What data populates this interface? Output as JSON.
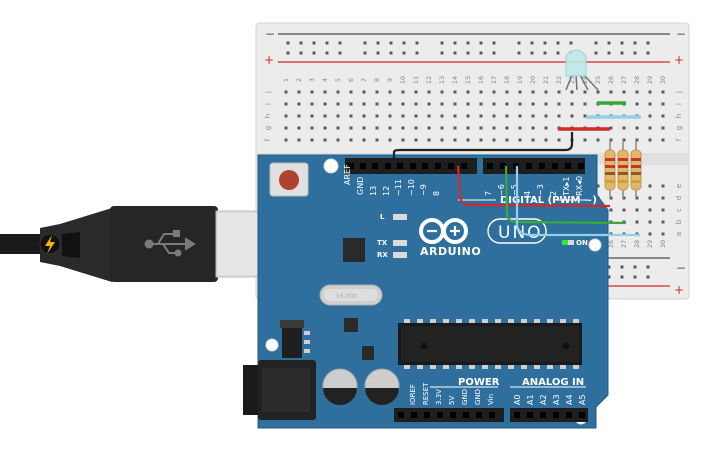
{
  "breadboard": {
    "minus_label": "−",
    "plus_label": "+",
    "row_letters_top": [
      "f",
      "g",
      "h",
      "i",
      "j"
    ],
    "row_letters_bottom": [
      "a",
      "b",
      "c",
      "d",
      "e"
    ],
    "column_numbers": [
      "1",
      "2",
      "3",
      "4",
      "5",
      "6",
      "7",
      "8",
      "9",
      "10",
      "11",
      "12",
      "13",
      "14",
      "15",
      "16",
      "17",
      "18",
      "19",
      "20",
      "21",
      "22",
      "23",
      "24",
      "25",
      "26",
      "27",
      "28",
      "29",
      "30"
    ],
    "rail_red": "#d12b2b",
    "board_color": "#ececec"
  },
  "arduino": {
    "brand": "ARDUINO",
    "model": "UNO",
    "digital_label": "DIGITAL (PWM ~)",
    "power_label": "POWER",
    "analog_label": "ANALOG IN",
    "on_label": "ON",
    "led_labels": [
      "L",
      "TX",
      "RX"
    ],
    "aref_label": "AREF",
    "gnd_label": "GND",
    "digital_pins": [
      "13",
      "12",
      "~11",
      "~10",
      "~9",
      "8",
      "7",
      "~6",
      "~5",
      "4",
      "~3",
      "2",
      "TX▸1",
      "RX◂0"
    ],
    "power_pins": [
      "IOREF",
      "RESET",
      "3.3V",
      "5V",
      "GND",
      "GND",
      "Vin"
    ],
    "analog_pins": [
      "A0",
      "A1",
      "A2",
      "A3",
      "A4",
      "A5"
    ],
    "crystal_label": "16.000",
    "board_color": "#2e6f9e"
  },
  "wires": {
    "red": "#d12b2b",
    "green": "#3aa83a",
    "blue": "#8fd2e6",
    "black": "#222222"
  },
  "icons": [
    "usb-icon",
    "lightning-icon",
    "reset-button",
    "rgb-led",
    "resistor"
  ]
}
